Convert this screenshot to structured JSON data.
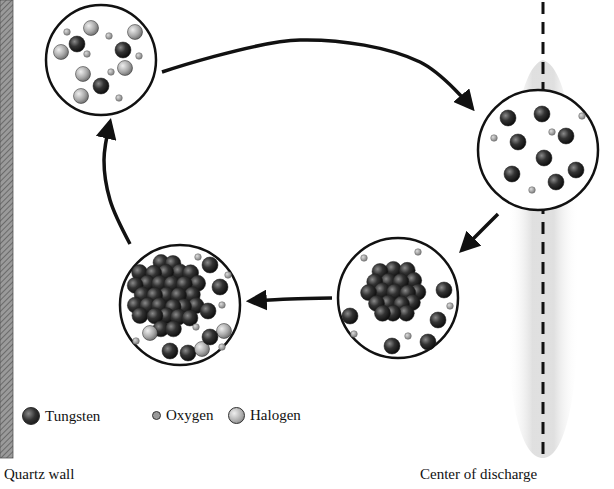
{
  "diagram": {
    "labels": [
      "Quartz wall",
      "Center of discharge"
    ],
    "legend": [
      {
        "text": "Tungsten",
        "color": "#222222"
      },
      {
        "text": "Oxygen",
        "color": "#999999"
      },
      {
        "text": "Halogen",
        "color": "#aaaaaa"
      }
    ]
  }
}
